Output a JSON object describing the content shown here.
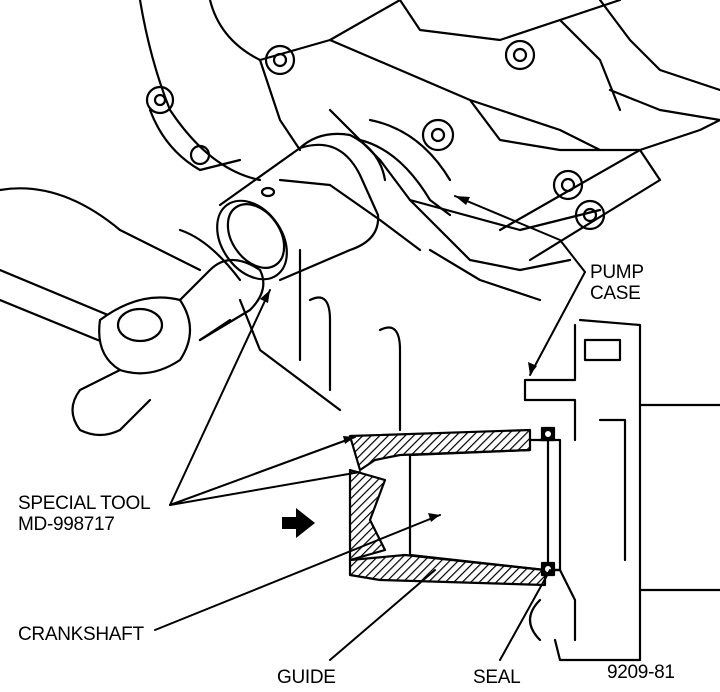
{
  "diagram": {
    "labels": {
      "pump_case": [
        "PUMP",
        "CASE"
      ],
      "special_tool": [
        "SPECIAL TOOL",
        "MD-998717"
      ],
      "crankshaft": "CRANKSHAFT",
      "guide": "GUIDE",
      "seal": "SEAL",
      "figure_number": "9209-81"
    },
    "colors": {
      "ink": "#000000",
      "paper": "#ffffff"
    }
  }
}
